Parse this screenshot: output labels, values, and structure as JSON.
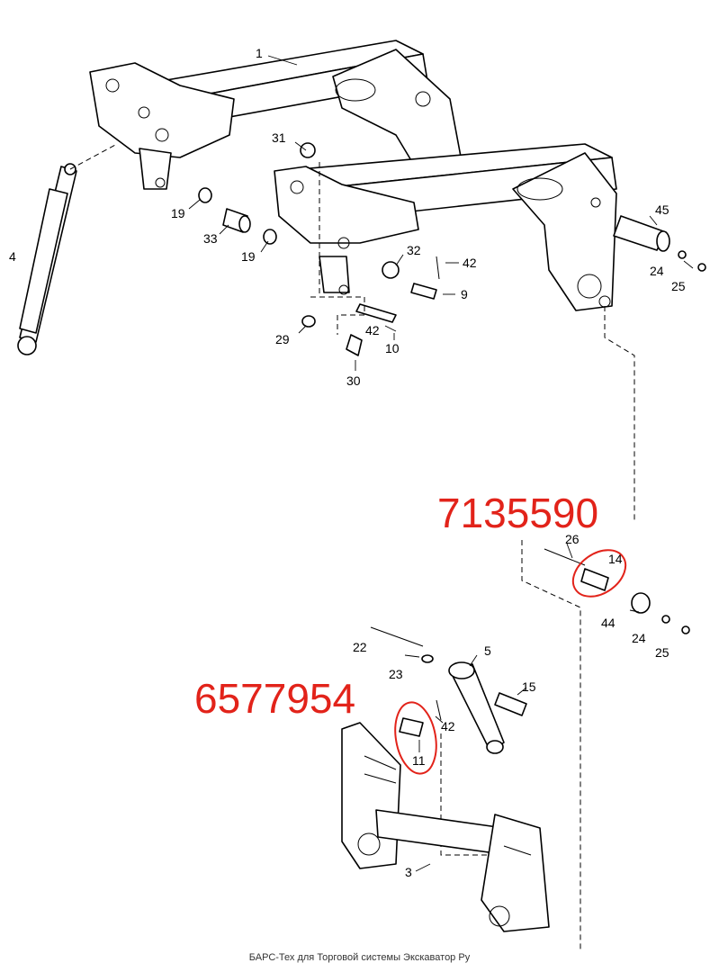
{
  "labels": {
    "l1": "1",
    "l3": "3",
    "l4": "4",
    "l5": "5",
    "l9": "9",
    "l10": "10",
    "l11": "11",
    "l14": "14",
    "l15": "15",
    "l19a": "19",
    "l19b": "19",
    "l22": "22",
    "l23": "23",
    "l24a": "24",
    "l24b": "24",
    "l25a": "25",
    "l25b": "25",
    "l26": "26",
    "l29": "29",
    "l30": "30",
    "l31": "31",
    "l32": "32",
    "l33": "33",
    "l42a": "42",
    "l42b": "42",
    "l42c": "42",
    "l44": "44",
    "l45": "45"
  },
  "annotations": {
    "part_number_top": "7135590",
    "part_number_bottom": "6577954"
  },
  "colors": {
    "annotation": "#e2231a",
    "line": "#000000",
    "background": "#ffffff"
  },
  "footer": "БАРС-Тех для Торговой системы Экскаватор Ру"
}
